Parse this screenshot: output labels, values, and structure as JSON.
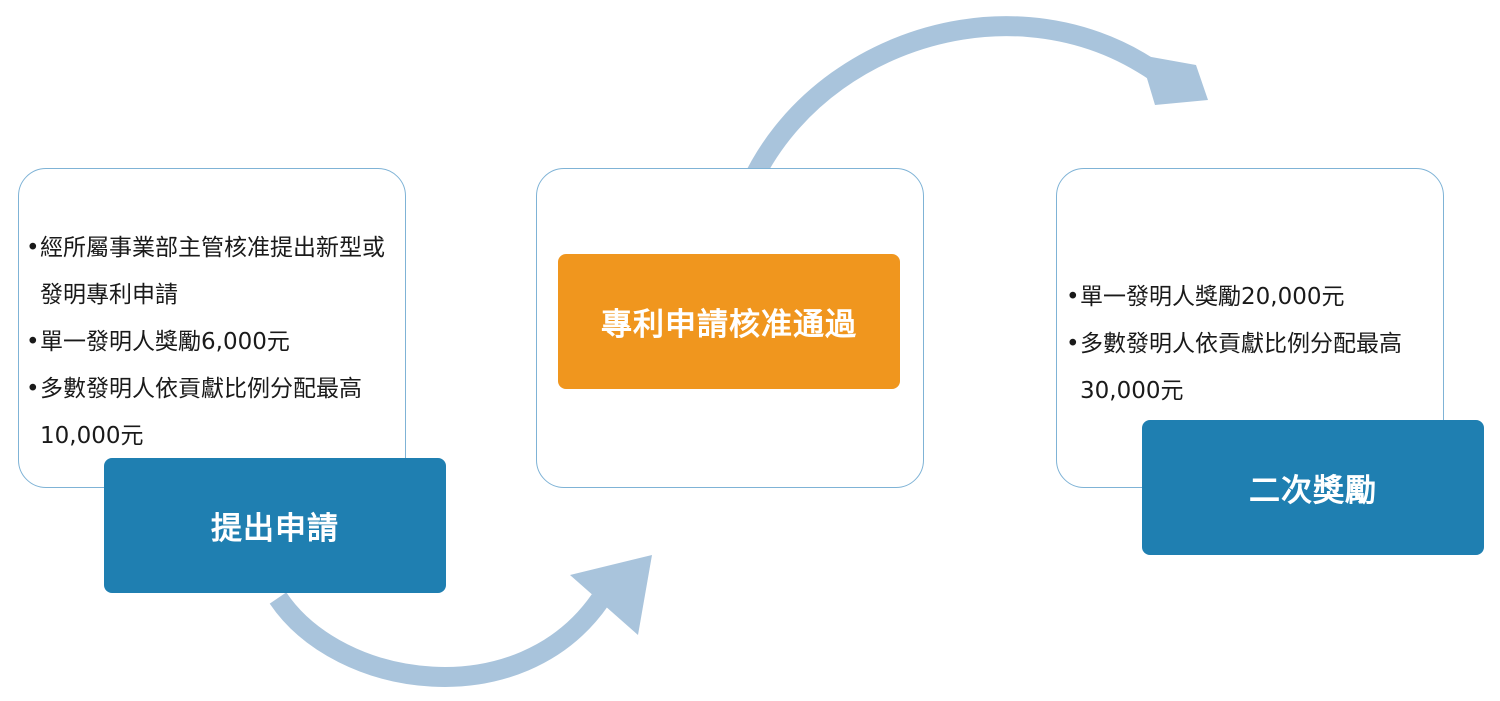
{
  "steps": [
    {
      "label": "提出申請",
      "bullets": [
        "經所屬事業部主管核准提出新型或發明專利申請",
        "單一發明人獎勵6,000元",
        "多數發明人依貢獻比例分配最高10,000元"
      ],
      "color": "#1f7fb1"
    },
    {
      "label": "專利申請核准通過",
      "bullets": [],
      "color": "#f0961e"
    },
    {
      "label": "二次獎勵",
      "bullets": [
        "單一發明人獎勵20,000元",
        "多數發明人依貢獻比例分配最高30,000元"
      ],
      "color": "#1f7fb1"
    }
  ],
  "colors": {
    "arrow": "#a9c4dc",
    "card_border": "#7fb3d6"
  }
}
